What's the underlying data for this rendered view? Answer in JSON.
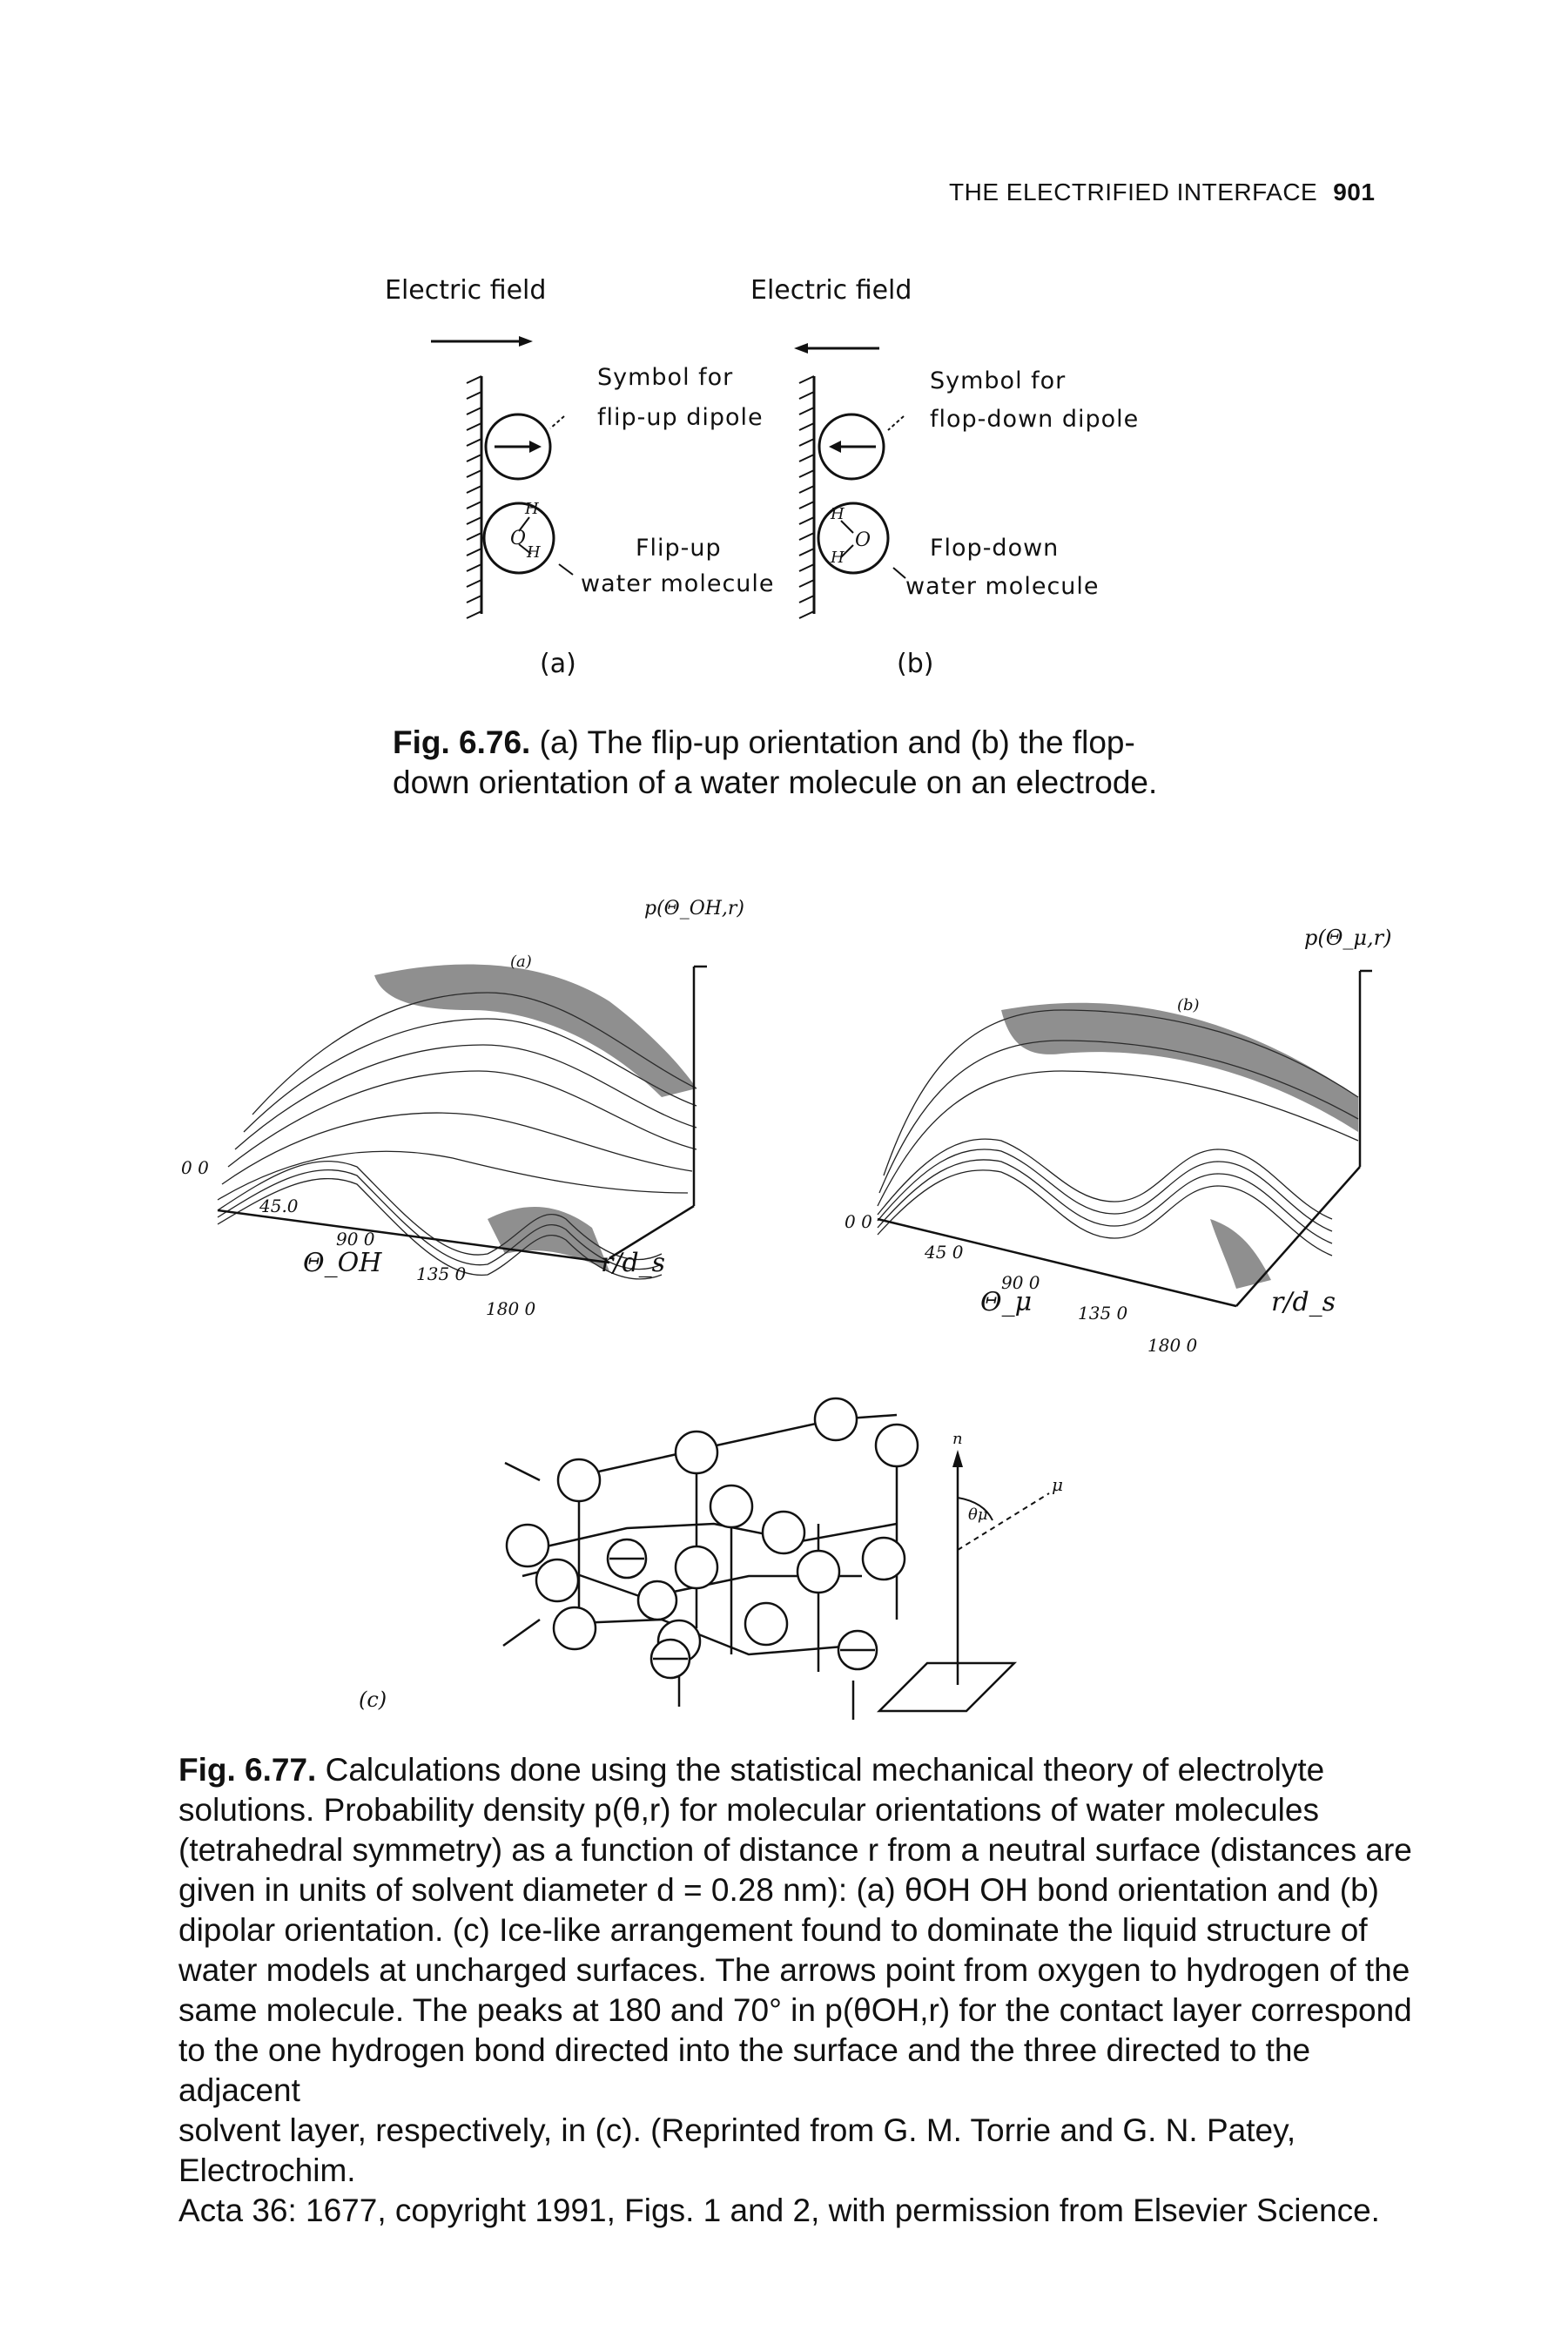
{
  "header": {
    "title": "THE ELECTRIFIED INTERFACE",
    "page_number": "901"
  },
  "fig676": {
    "left": {
      "field_label": "Electric field",
      "symbol_line1": "Symbol for",
      "symbol_line2": "flip-up dipole",
      "molecule_line1": "Flip-up",
      "molecule_line2": "water molecule",
      "panel": "(a)"
    },
    "right": {
      "field_label": "Electric field",
      "symbol_line1": "Symbol for",
      "symbol_line2": "flop-down dipole",
      "molecule_line1": "Flop-down",
      "molecule_line2": "water molecule",
      "panel": "(b)"
    },
    "caption_label": "Fig. 6.76.",
    "caption_line1": "(a) The flip-up orientation and (b) the flop-",
    "caption_line2": "down orientation of a water molecule on an electrode."
  },
  "fig677": {
    "plot_a": {
      "panel": "(a)",
      "z_label": "p(Θ_OH,r)",
      "theta_label": "Θ_OH",
      "r_label": "r/d_s",
      "theta_ticks": [
        "0 0",
        "45.0",
        "90 0",
        "135 0",
        "180 0"
      ]
    },
    "plot_b": {
      "panel": "(b)",
      "z_label": "p(Θ_μ,r)",
      "theta_label": "Θ_μ",
      "r_label": "r/d_s",
      "theta_ticks": [
        "0 0",
        "45 0",
        "90 0",
        "135 0",
        "180 0"
      ]
    },
    "panel_c": "(c)",
    "caption_label": "Fig. 6.77.",
    "caption_lines": [
      "Calculations done using the statistical mechanical theory of electrolyte",
      "solutions. Probability density p(θ,r) for molecular orientations of water molecules",
      "(tetrahedral symmetry) as a function of distance r from a neutral surface (distances are",
      "given in units of solvent diameter d = 0.28 nm): (a) θOH OH bond orientation and (b)",
      "dipolar orientation. (c) Ice-like arrangement found to dominate the liquid structure of",
      "water models at uncharged surfaces. The arrows point from oxygen to hydrogen of the",
      "same molecule. The peaks at 180 and 70° in p(θOH,r) for the contact layer correspond",
      "to the one hydrogen bond directed into the surface and the three directed to the adjacent",
      "solvent layer, respectively, in (c). (Reprinted from G. M. Torrie and G. N. Patey, Electrochim.",
      "Acta 36: 1677, copyright 1991, Figs. 1 and 2, with permission from Elsevier Science."
    ]
  }
}
